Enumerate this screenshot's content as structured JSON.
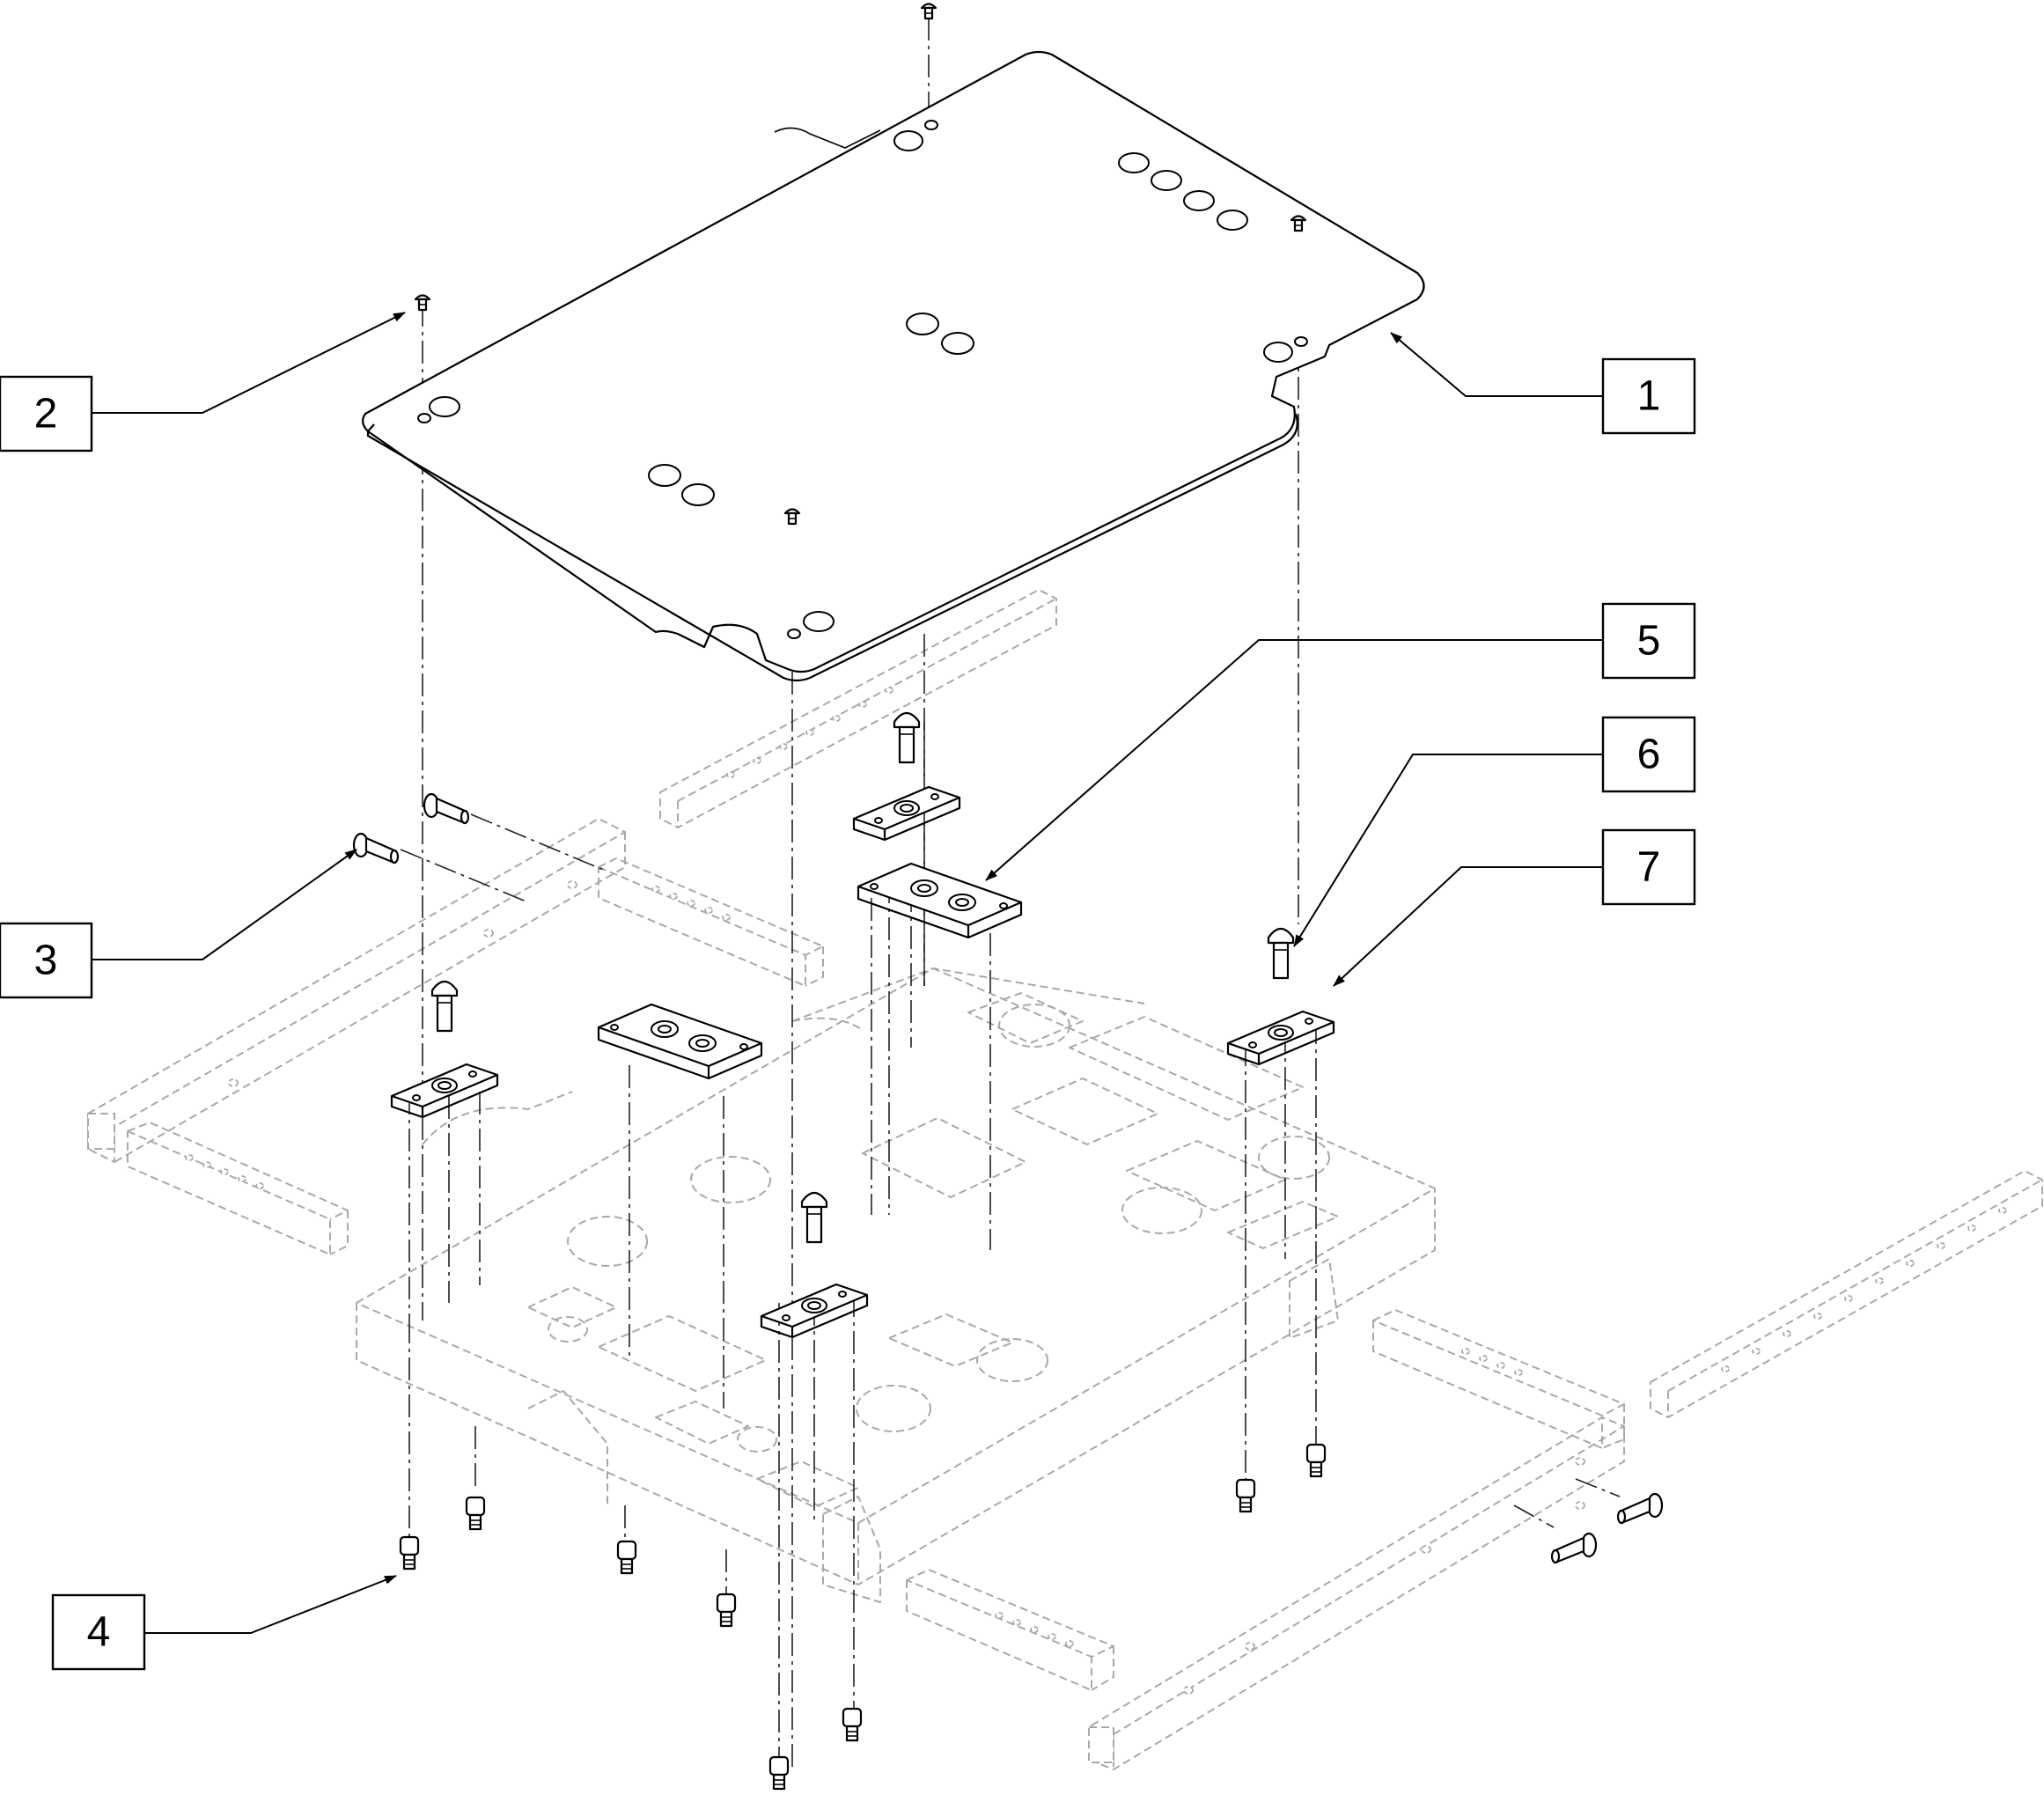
{
  "callouts": [
    {
      "id": "1",
      "label": "1"
    },
    {
      "id": "2",
      "label": "2"
    },
    {
      "id": "3",
      "label": "3"
    },
    {
      "id": "4",
      "label": "4"
    },
    {
      "id": "5",
      "label": "5"
    },
    {
      "id": "6",
      "label": "6"
    },
    {
      "id": "7",
      "label": "7"
    }
  ],
  "colors": {
    "line": "#000000",
    "ghost": "#a9a9a9",
    "background": "#ffffff"
  }
}
